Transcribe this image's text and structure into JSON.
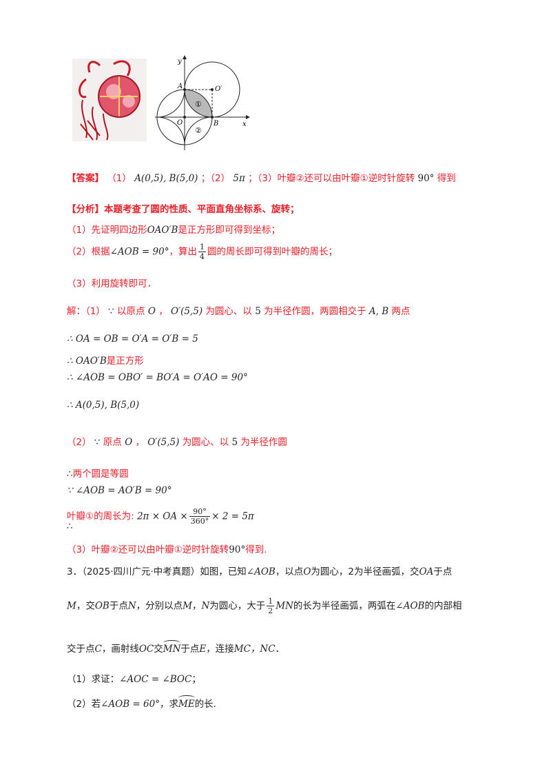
{
  "figure": {
    "y_axis": "y",
    "x_axis": "x",
    "A": "A",
    "O": "O",
    "B": "B",
    "Oprime": "O′",
    "petal1": "①",
    "petal2": "②"
  },
  "answer": {
    "tag": "【答案】",
    "p1": "（1）",
    "p1_math": "A(0,5), B(5,0)",
    "sep1": "；（2）",
    "p2_math": "5π",
    "sep2": "；（3）叶瓣②还可以由叶瓣①逆时针旋转",
    "deg": "90°",
    "end": "得到"
  },
  "analysis": {
    "title": "【分析】本题考查了圆的性质、平面直角坐标系、旋转；",
    "l1_a": "（1）先证明四边形",
    "l1_m": "OAO′B",
    "l1_b": "是正方形即可得到坐标；",
    "l2_a": "（2）根据",
    "l2_m": "∠AOB = 90°",
    "l2_b": "，算出",
    "l2_num": "1",
    "l2_den": "4",
    "l2_c": "圆的周长即可得到叶瓣的周长；",
    "l3": "（3）利用旋转即可．"
  },
  "solution": {
    "s1_a": "解：（1）",
    "s1_since": "∵",
    "s1_b": "以原点",
    "s1_O": "O",
    "s1_c": "，",
    "s1_Op": "O′(5,5)",
    "s1_d": "为圆心、以",
    "s1_5": "5",
    "s1_e": "为半径作圆，两圆相交于",
    "s1_AB": "A, B",
    "s1_f": "两点",
    "s2": "∴ OA = OB = O′A = O′B = 5",
    "s3_a": "∴ OAO′B",
    "s3_b": "是正方形",
    "s4": "∴ ∠AOB = OBO′ = BO′A = O′AO = 90°",
    "s5": "∴ A(0,5), B(5,0)",
    "s6_a": "（2）",
    "s6_since": "∵",
    "s6_b": "原点",
    "s6_O": "O",
    "s6_c": "，",
    "s6_Op": "O′(5,5)",
    "s6_d": "为圆心、以",
    "s6_5": "5",
    "s6_e": "为半径作圆",
    "s7_a": "∴",
    "s7_b": "两个圆是等圆",
    "s8": "∵ ∠AOB = AO′B = 90°",
    "s9_a": "叶瓣①的周长为:",
    "s9_therefore": "∴",
    "s9_m1": "2π × OA ×",
    "s9_num": "90°",
    "s9_den": "360°",
    "s9_m2": "× 2 = 5π",
    "s10_a": "（3）叶瓣②还可以由叶瓣①逆时针旋转",
    "s10_deg": "90°",
    "s10_b": "得到."
  },
  "q3": {
    "l1_a": "3．（2025·四川广元·中考真题）如图，已知",
    "l1_ang": "∠AOB",
    "l1_b": "，以点",
    "l1_O": "O",
    "l1_c": "为圆心，2为半径画弧，交",
    "l1_OA": "OA",
    "l1_d": "于点",
    "l2_M": "M",
    "l2_a": "，交",
    "l2_OB": "OB",
    "l2_b": "于点",
    "l2_N": "N",
    "l2_c": "，分别以点",
    "l2_M2": "M",
    "l2_d": "，",
    "l2_N2": "N",
    "l2_e": "为圆心，大于",
    "l2_num": "1",
    "l2_den": "2",
    "l2_MN": "MN",
    "l2_f": "的长为半径画弧，两弧在",
    "l2_ang": "∠AOB",
    "l2_g": "的内部相",
    "l3_a": "交于点",
    "l3_C": "C",
    "l3_b": "，画射线",
    "l3_OC": "OC",
    "l3_c": "交",
    "l3_arc": "MN",
    "l3_d": "于点",
    "l3_E": "E",
    "l3_e": "，连接",
    "l3_MC": "MC，NC",
    "l3_f": "．",
    "p1_a": "（1）求证：",
    "p1_m": "∠AOC = ∠BOC",
    "p1_b": "；",
    "p2_a": "（2）若",
    "p2_m": "∠AOB = 60°",
    "p2_b": "，求",
    "p2_arc": "ME",
    "p2_c": "的长."
  }
}
